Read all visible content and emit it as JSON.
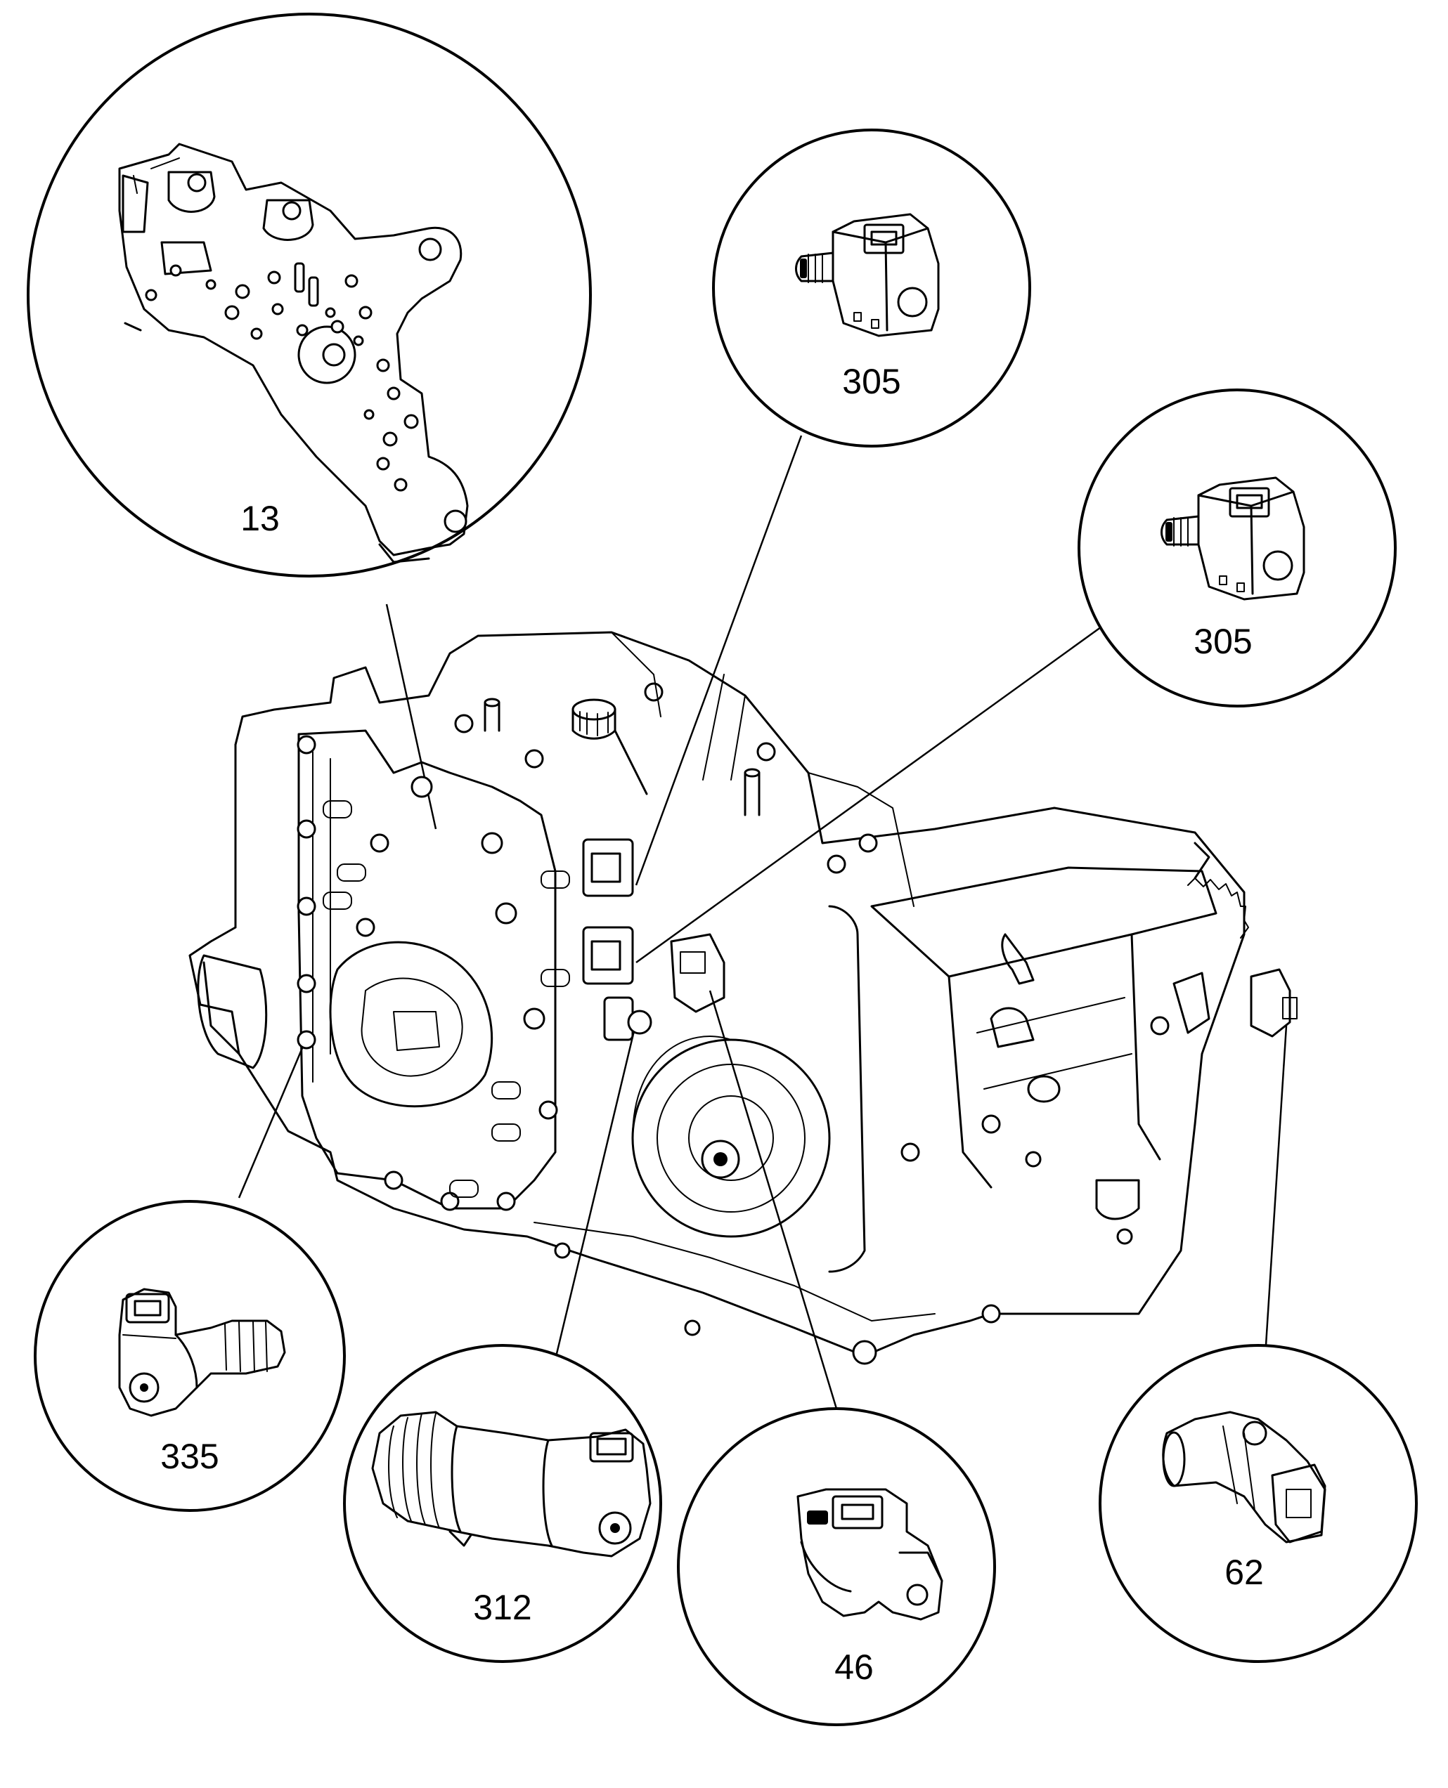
{
  "callouts": [
    {
      "id": "plate",
      "label": "13"
    },
    {
      "id": "solenoid-upper",
      "label": "305"
    },
    {
      "id": "solenoid-right",
      "label": "305"
    },
    {
      "id": "solenoid-335",
      "label": "335"
    },
    {
      "id": "solenoid-312",
      "label": "312"
    },
    {
      "id": "sensor-46",
      "label": "46"
    },
    {
      "id": "sensor-62",
      "label": "62"
    }
  ],
  "colors": {
    "line": "#000000",
    "background": "#ffffff"
  }
}
